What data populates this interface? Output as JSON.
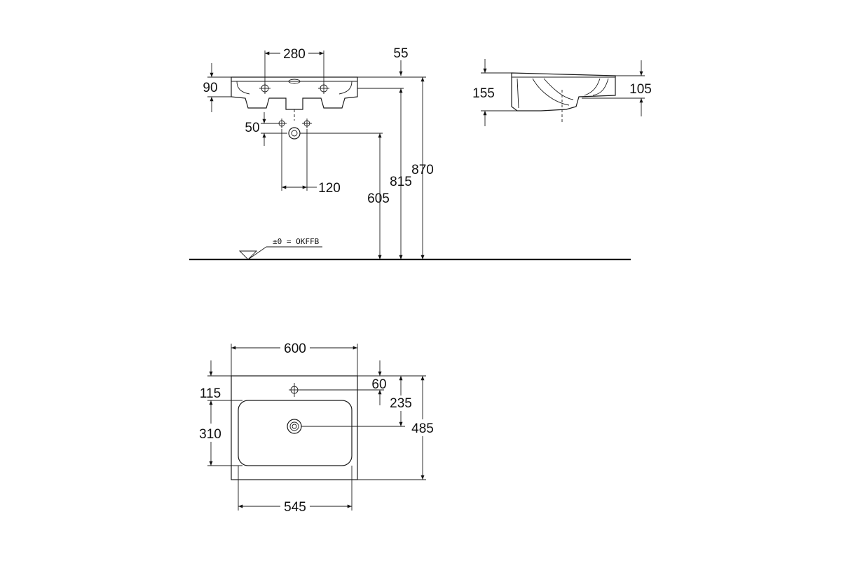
{
  "front_view": {
    "tap_spacing": "280",
    "rim_offset": "55",
    "rim_height": "90",
    "outlet_offset": "50",
    "outlet_spacing": "120",
    "outlet_height": "605",
    "rim_inner_height": "815",
    "total_height": "870",
    "floor_reference": "±0 = OKFFB"
  },
  "side_view": {
    "depth_left": "155",
    "depth_right": "105"
  },
  "top_view": {
    "width": "600",
    "tap_hole_offset": "60",
    "front_margin": "115",
    "drain_offset": "235",
    "bowl_depth": "310",
    "total_depth": "485",
    "bowl_width": "545"
  }
}
